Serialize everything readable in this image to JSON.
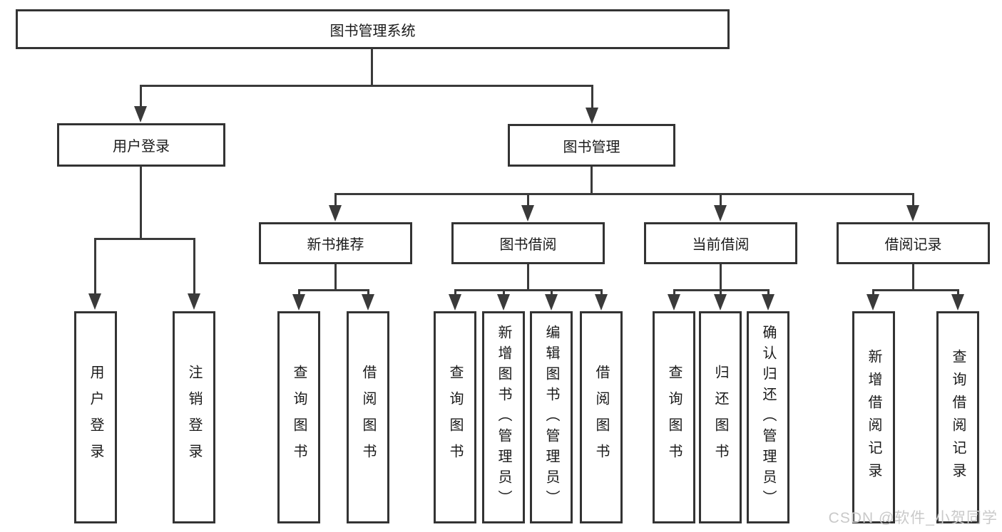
{
  "diagram": {
    "root": "图书管理系统",
    "level2": {
      "user_login": "用户登录",
      "book_mgmt": "图书管理"
    },
    "level3": {
      "new_books": "新书推荐",
      "borrow": "图书借阅",
      "current": "当前借阅",
      "records": "借阅记录"
    },
    "leaves": {
      "user_login": [
        "用户登录",
        "注销登录"
      ],
      "new_books": [
        "查询图书",
        "借阅图书"
      ],
      "borrow": [
        "查询图书",
        "新增图书（管理员）",
        "编辑图书（管理员）",
        "借阅图书"
      ],
      "current": [
        "查询图书",
        "归还图书",
        "确认归还（管理员）"
      ],
      "records": [
        "新增借阅记录",
        "查询借阅记录"
      ]
    },
    "watermark": "CSDN @软件_小贺同学",
    "colors": {
      "line": "#3a3a3a",
      "border": "#333333",
      "text": "#1a1a1a",
      "watermark": "#c9c9c9",
      "background": "#ffffff"
    }
  }
}
